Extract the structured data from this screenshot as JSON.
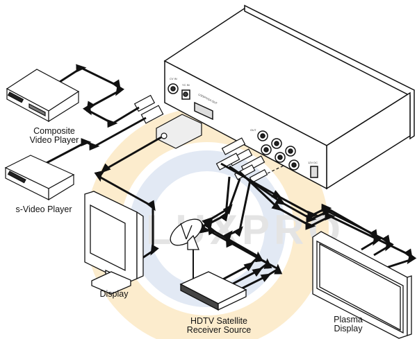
{
  "diagram": {
    "title": "Connection diagram: video scaler with sources and displays",
    "watermark": {
      "text": "LUXPRO",
      "outer_ring_color": "#fbe9c4",
      "inner_ring_color": "#dfe7f3",
      "text_color": "#e4e4e4"
    },
    "line_color": "#111111",
    "devices": [
      {
        "id": "composite-player",
        "label_line1": "Composite",
        "label_line2": "Video Player"
      },
      {
        "id": "svideo-player",
        "label_line1": "s-Video Player",
        "label_line2": ""
      },
      {
        "id": "display",
        "label_line1": "Display",
        "label_line2": ""
      },
      {
        "id": "hdtv-receiver",
        "label_line1": "HDTV Satellite",
        "label_line2": "Receiver Source"
      },
      {
        "id": "plasma",
        "label_line1": "Plasma",
        "label_line2": "Display"
      },
      {
        "id": "scaler",
        "label_line1": "",
        "label_line2": ""
      }
    ],
    "scaler_ports": {
      "cv_in": "CV IN",
      "yc_in": "YC IN",
      "vga": "LOOP/VGA OUT",
      "out": "OUT",
      "power": "12V DC"
    },
    "connections": [
      {
        "from": "Composite Video Player",
        "to": "Scaler CV IN",
        "type": "composite"
      },
      {
        "from": "s-Video Player",
        "to": "Scaler YC IN",
        "type": "s-video"
      },
      {
        "from": "Scaler VGA OUT",
        "to": "Display",
        "type": "vga"
      },
      {
        "from": "HDTV Satellite Receiver Source",
        "to": "Scaler component IN",
        "type": "component x3"
      },
      {
        "from": "Scaler component OUT",
        "to": "Plasma Display",
        "type": "component x3"
      }
    ]
  }
}
